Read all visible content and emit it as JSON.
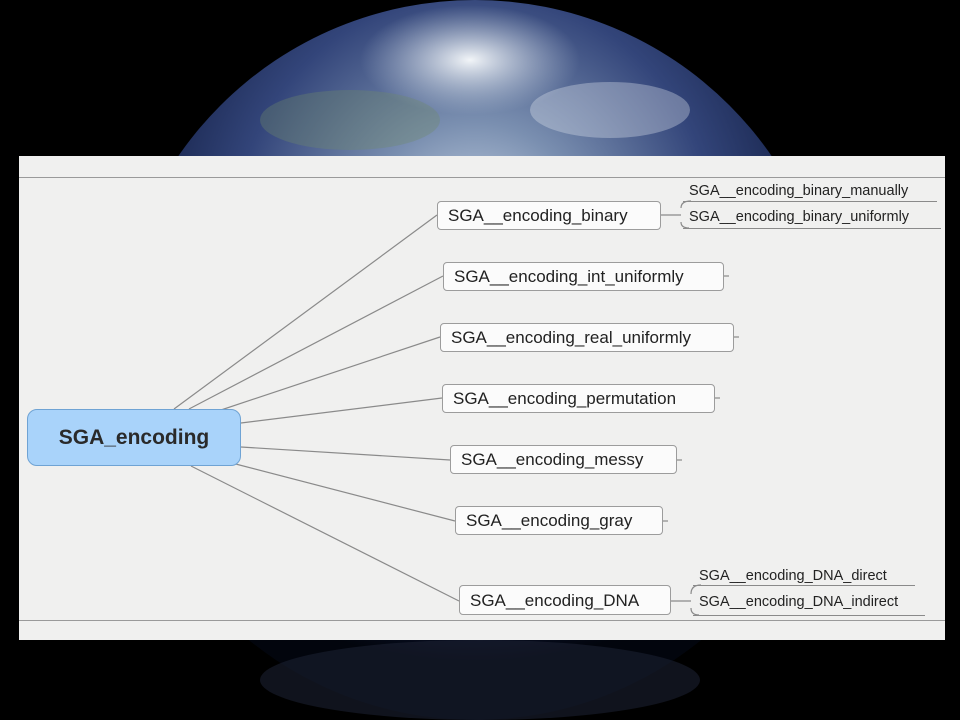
{
  "root": {
    "label": "SGA_encoding"
  },
  "children": [
    {
      "label": "SGA__encoding_binary",
      "sub": [
        "SGA__encoding_binary_manually",
        "SGA__encoding_binary_uniformly"
      ]
    },
    {
      "label": "SGA__encoding_int_uniformly",
      "sub": []
    },
    {
      "label": "SGA__encoding_real_uniformly",
      "sub": []
    },
    {
      "label": "SGA__encoding_permutation",
      "sub": []
    },
    {
      "label": "SGA__encoding_messy",
      "sub": []
    },
    {
      "label": "SGA__encoding_gray",
      "sub": []
    },
    {
      "label": "SGA__encoding_DNA",
      "sub": [
        "SGA__encoding_DNA_direct",
        "SGA__encoding_DNA_indirect"
      ]
    }
  ],
  "colors": {
    "root_fill": "#a9d3fa",
    "panel": "#f0f0ef",
    "connector": "#8a8a8a",
    "background": "#000000"
  }
}
